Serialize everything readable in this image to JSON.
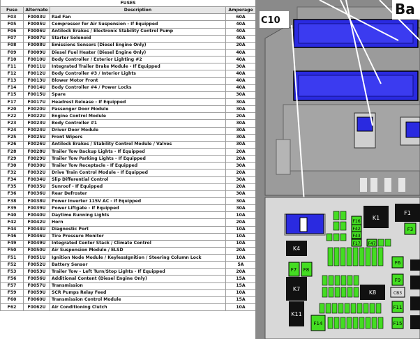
{
  "table": {
    "title": "FUSES",
    "headers": [
      "Fuse",
      "Alternate",
      "Description",
      "Amperage"
    ],
    "rows": [
      [
        "F03",
        "F0003U",
        "Rad Fan",
        "60A"
      ],
      [
        "F05",
        "F0005U",
        "Compressor for Air Suspension - If Equipped",
        "40A"
      ],
      [
        "F06",
        "F0006U",
        "Antilock Brakes / Electronic Stability Control Pump",
        "40A"
      ],
      [
        "F07",
        "F0007U",
        "Starter Solenoid",
        "40A"
      ],
      [
        "F08",
        "F0008U",
        "Emissions Sensors (Diesel Engine Only)",
        "20A"
      ],
      [
        "F09",
        "F0009U",
        "Diesel Fuel Heater (Diesel Engine Only)",
        "40A"
      ],
      [
        "F10",
        "F0010U",
        "Body Controller / Exterior Lighting #2",
        "40A"
      ],
      [
        "F11",
        "F0011U",
        "Integrated Trailer Brake Module - If Equipped",
        "30A"
      ],
      [
        "F12",
        "F0012U",
        "Body Controller #3 / Interior Lights",
        "40A"
      ],
      [
        "F13",
        "F0013U",
        "Blower Motor Front",
        "40A"
      ],
      [
        "F14",
        "F0014U",
        "Body Controller #4 / Power Locks",
        "40A"
      ],
      [
        "F15",
        "F0015U",
        "Spare",
        "30A"
      ],
      [
        "F17",
        "F0017U",
        "Headrest Release - If Equipped",
        "30A"
      ],
      [
        "F20",
        "F0020U",
        "Passenger Door Module",
        "30A"
      ],
      [
        "F22",
        "F0022U",
        "Engine Control Module",
        "20A"
      ],
      [
        "F23",
        "F0023U",
        "Body Controller #1",
        "30A"
      ],
      [
        "F24",
        "F0024U",
        "Driver Door Module",
        "30A"
      ],
      [
        "F25",
        "F0025U",
        "Front Wipers",
        "30A"
      ],
      [
        "F26",
        "F0026U",
        "Antilock Brakes / Stability Control Module / Valves",
        "30A"
      ],
      [
        "F28",
        "F0028U",
        "Trailer Tow Backup Lights - If Equipped",
        "20A"
      ],
      [
        "F29",
        "F0029U",
        "Trailer Tow Parking Lights - If Equipped",
        "20A"
      ],
      [
        "F30",
        "F0030U",
        "Trailer Tow Receptacle - If Equipped",
        "30A"
      ],
      [
        "F32",
        "F0032U",
        "Drive Train Control Module - If Equipped",
        "20A"
      ],
      [
        "F34",
        "F0034U",
        "Slip Differential Control",
        "30A"
      ],
      [
        "F35",
        "F0035U",
        "Sunroof - If Equipped",
        "20A"
      ],
      [
        "F36",
        "F0036U",
        "Rear Defroster",
        "30A"
      ],
      [
        "F38",
        "F0038U",
        "Power Inverter 115V AC - If Equipped",
        "30A"
      ],
      [
        "F39",
        "F0039U",
        "Power Liftgate - If Equipped",
        "30A"
      ],
      [
        "F40",
        "F0040U",
        "Daytime Running Lights",
        "10A"
      ],
      [
        "F42",
        "F0042U",
        "Horn",
        "20A"
      ],
      [
        "F44",
        "F0044U",
        "Diagnostic Port",
        "10A"
      ],
      [
        "F46",
        "F0046U",
        "Tire Pressure Monitor",
        "10A"
      ],
      [
        "F49",
        "F0049U",
        "Integrated Center Stack / Climate Control",
        "10A"
      ],
      [
        "F50",
        "F0050U",
        "Air Suspension Module / ELSD",
        "20A"
      ],
      [
        "F51",
        "F0051U",
        "Ignition Node Module / KeylessIgnition / Steering Column Lock",
        "10A"
      ],
      [
        "F52",
        "F0052U",
        "Battery Sensor",
        "5A"
      ],
      [
        "F53",
        "F0053U",
        "Trailer Tow – Left Turn/Stop Lights - If Equipped",
        "20A"
      ],
      [
        "F56",
        "F0056U",
        "Additional Content (Diesel Engine Only)",
        "15A"
      ],
      [
        "F57",
        "F0057U",
        "Transmission",
        "15A"
      ],
      [
        "F59",
        "F0059U",
        "SCR Pumps Relay Feed",
        "10A"
      ],
      [
        "F60",
        "F0060U",
        "Transmission Control Module",
        "15A"
      ],
      [
        "F62",
        "F0062U",
        "Air Conditioning Clutch",
        "10A"
      ]
    ]
  },
  "diagram": {
    "title_fragment": "Ba",
    "connector_label": "C10",
    "colors": {
      "housing": "#8c8c8c",
      "connector_blue": "#2222dd",
      "fuse_green": "#44dd22",
      "relay_black": "#111111",
      "panel": "#d9d9d9"
    },
    "relays": {
      "k1": "K1",
      "f1": "F1",
      "k4": "K4",
      "k7": "K7",
      "k8": "K8",
      "k11": "K11"
    },
    "fuses": {
      "f3": "F3",
      "f6": "F6",
      "f7": "F7",
      "f8": "F8",
      "f9": "F9",
      "f11": "F11",
      "f14": "F14",
      "f15": "F15",
      "f16": "F16",
      "f17": "F17",
      "f42": "F42",
      "f43": "F43",
      "f47": "F47",
      "cb3": "CB3"
    }
  }
}
